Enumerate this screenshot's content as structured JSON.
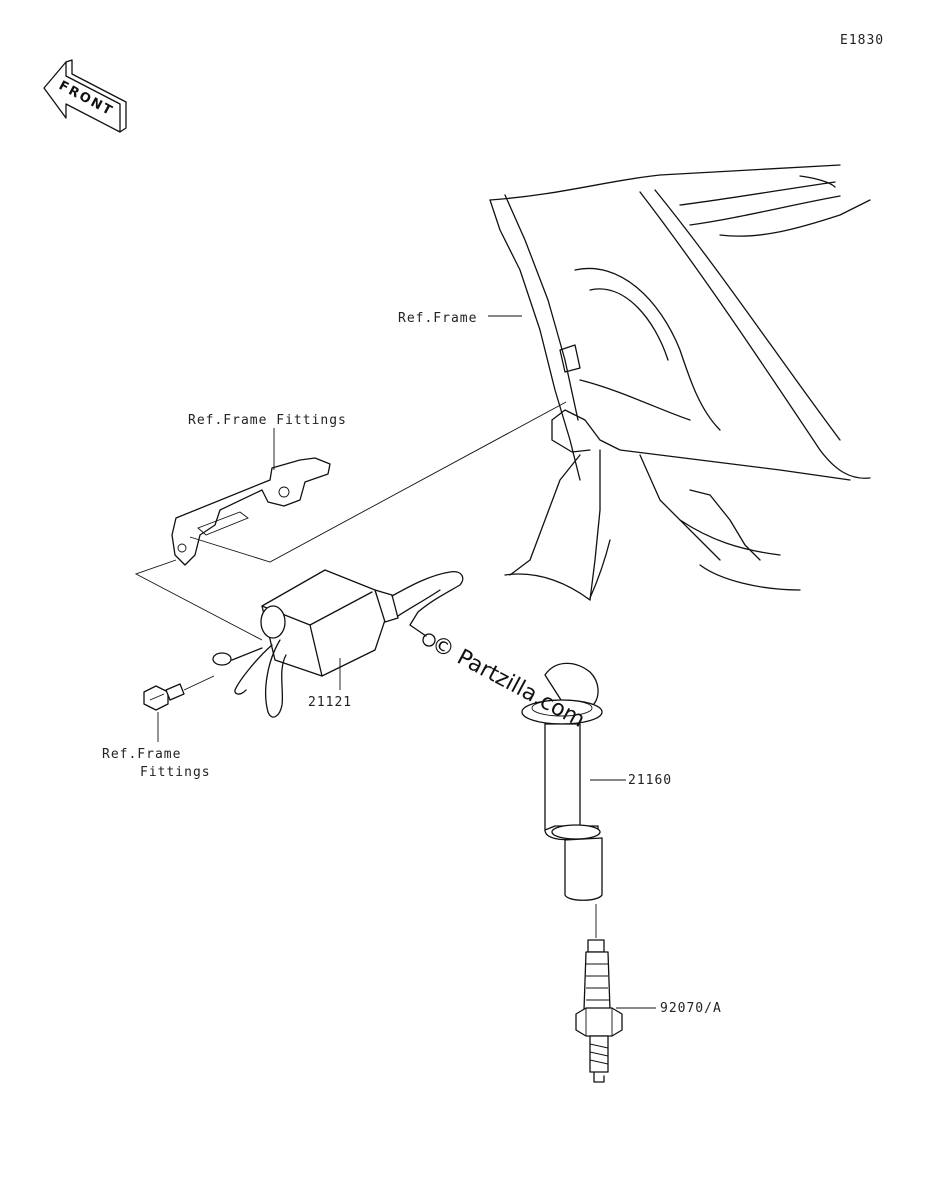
{
  "diagram_code": "E1830",
  "front_arrow_label": "FRONT",
  "watermark": "© Partzilla.com",
  "labels": {
    "ref_frame": "Ref.Frame",
    "ref_frame_fittings_top": "Ref.Frame Fittings",
    "ref_frame_fittings_bottom_line1": "Ref.Frame",
    "ref_frame_fittings_bottom_line2": "Fittings"
  },
  "parts": [
    {
      "number": "21121"
    },
    {
      "number": "21160"
    },
    {
      "number": "92070/A"
    }
  ]
}
